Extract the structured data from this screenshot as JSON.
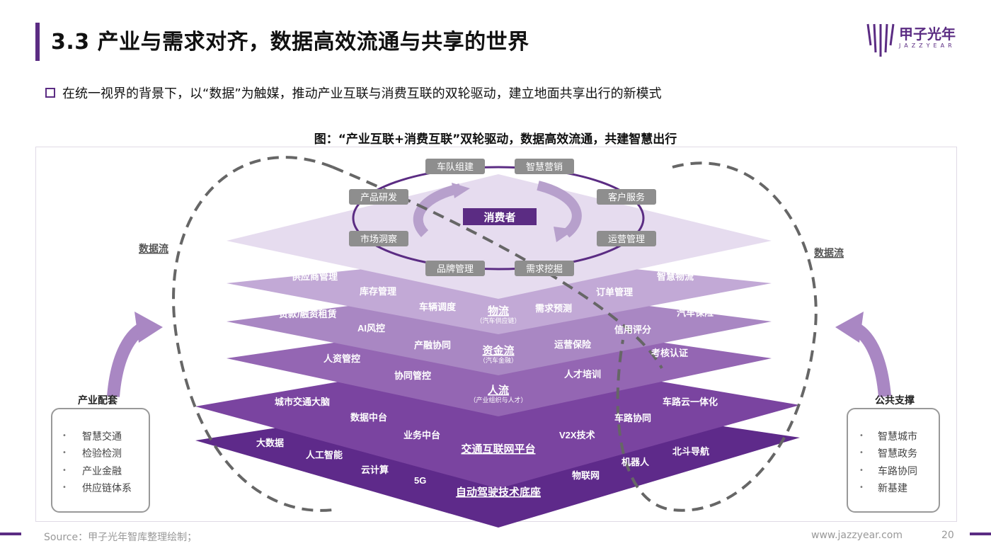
{
  "title": "3.3 产业与需求对齐，数据高效流通与共享的世界",
  "logo": {
    "cn": "甲子光年",
    "en": "JAZZYEAR"
  },
  "bullet": "在统一视界的背景下，以“数据”为触媒，推动产业互联与消费互联的双轮驱动，建立地面共享出行的新模式",
  "figure_title": "图：“产业互联+消费互联”双轮驱动，数据高效流通，共建智慧出行",
  "top_layer": {
    "center": "消费者",
    "ring_labels": [
      "车队组建",
      "智慧营销",
      "产品研发",
      "客户服务",
      "市场洞察",
      "运营管理",
      "品牌管理",
      "需求挖掘"
    ]
  },
  "layers": [
    {
      "center": "物流",
      "sub": "（汽车供应链）",
      "labels": [
        "供应商管理",
        "库存管理",
        "车辆调度",
        "需求预测",
        "订单管理",
        "智慧物流"
      ]
    },
    {
      "center": "资金流",
      "sub": "（汽车金融）",
      "labels": [
        "贷款/融资租赁",
        "AI风控",
        "产融协同",
        "运营保险",
        "信用评分",
        "汽车保险"
      ]
    },
    {
      "center": "人流",
      "sub": "（产业组织与人才）",
      "labels": [
        "人资管控",
        "协同管控",
        "人才培训",
        "考核认证"
      ]
    },
    {
      "center": "交通互联网平台",
      "labels": [
        "城市交通大脑",
        "数据中台",
        "业务中台",
        "V2X技术",
        "车路协同",
        "车路云一体化"
      ]
    },
    {
      "center": "自动驾驶技术底座",
      "labels": [
        "大数据",
        "人工智能",
        "云计算",
        "5G",
        "物联网",
        "机器人",
        "北斗导航"
      ]
    }
  ],
  "data_flow_left": "数据流",
  "data_flow_right": "数据流",
  "left_box": {
    "title": "产业配套",
    "items": [
      "智慧交通",
      "检验检测",
      "产业金融",
      "供应链体系"
    ]
  },
  "right_box": {
    "title": "公共支撑",
    "items": [
      "智慧城市",
      "智慧政务",
      "车路协同",
      "新基建"
    ]
  },
  "source": "Source：甲子光年智库整理绘制；",
  "site": "www.jazzyear.com",
  "page": "20",
  "colors": {
    "brand": "#5b2c83",
    "layer_top": "#e6dcef",
    "layer_dark": "#5e2a8a"
  }
}
